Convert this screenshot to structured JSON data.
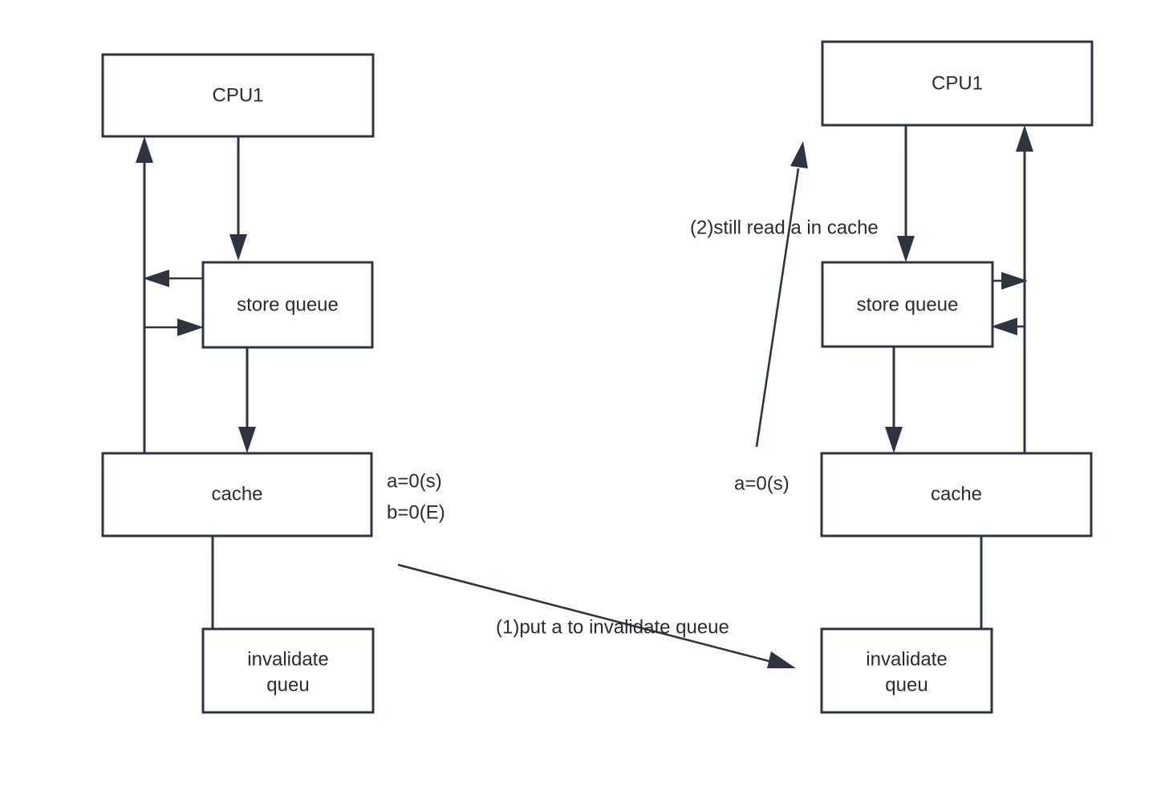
{
  "diagram": {
    "type": "block-diagram",
    "title": "CPU store queue and invalidate queue memory-barrier illustration",
    "background_color": "#ffffff",
    "stroke_color": "#2e3540",
    "text_color": "#2b2b2b",
    "panels": [
      {
        "id": "left",
        "nodes": {
          "cpu": "CPU1",
          "store_queue": "store queue",
          "cache": "cache",
          "invalidate_queue_line1": "invalidate",
          "invalidate_queue_line2": "queu"
        },
        "state_labels": [
          "a=0(s)",
          "b=0(E)"
        ]
      },
      {
        "id": "right",
        "nodes": {
          "cpu": "CPU1",
          "store_queue": "store queue",
          "cache": "cache",
          "invalidate_queue_line1": "invalidate",
          "invalidate_queue_line2": "queu"
        },
        "state_labels": [
          "a=0(s)"
        ]
      }
    ],
    "annotations": [
      {
        "id": "step1",
        "text": "(1)put a to invalidate queue"
      },
      {
        "id": "step2",
        "text": "(2)still read a in cache"
      }
    ]
  }
}
